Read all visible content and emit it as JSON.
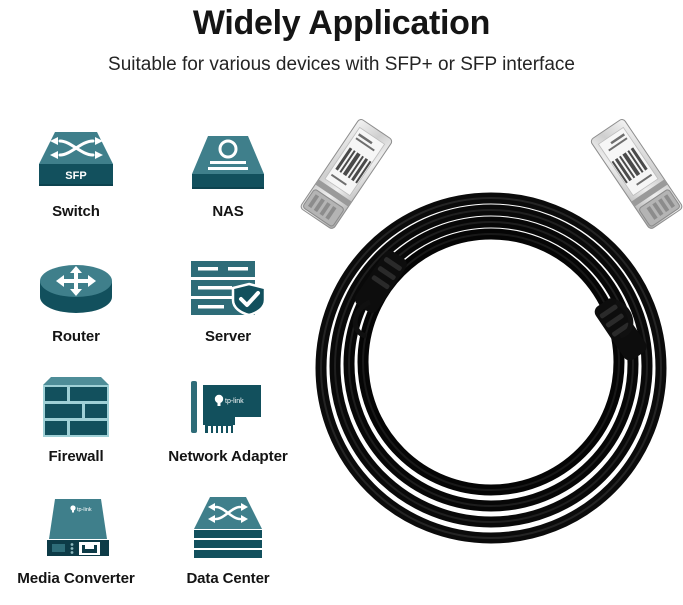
{
  "header": {
    "title": "Widely Application",
    "subtitle": "Suitable for various devices with SFP+ or SFP interface"
  },
  "devices": [
    {
      "label": "Switch",
      "icon": "switch-icon",
      "badge": "SFP"
    },
    {
      "label": "NAS",
      "icon": "nas-icon"
    },
    {
      "label": "Router",
      "icon": "router-icon"
    },
    {
      "label": "Server",
      "icon": "server-icon"
    },
    {
      "label": "Firewall",
      "icon": "firewall-icon"
    },
    {
      "label": "Network Adapter",
      "icon": "network-adapter-icon",
      "brand": "tp-link"
    },
    {
      "label": "Media Converter",
      "icon": "media-converter-icon",
      "brand": "tp-link"
    },
    {
      "label": "Data Center",
      "icon": "data-center-icon"
    }
  ],
  "product_image": {
    "name": "sfp-plus-dac-cable",
    "connector_left": "sfp-plus-connector",
    "connector_right": "sfp-plus-connector",
    "cable_color": "#111111"
  },
  "colors": {
    "teal_light": "#3f7f8b",
    "teal_mid": "#2e6c78",
    "teal_dark": "#12505d",
    "teal_darker": "#0d434f",
    "text": "#141414"
  }
}
